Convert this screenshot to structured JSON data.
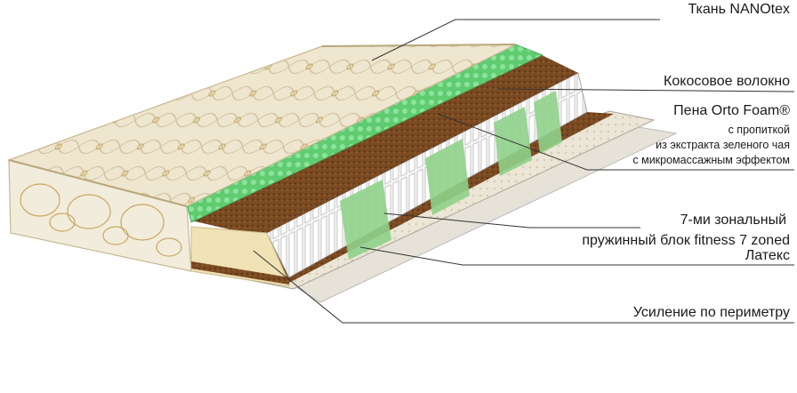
{
  "labels": {
    "nanotex": "Ткань NANOtex",
    "coconut": "Кокосовое волокно",
    "orto_title": "Пена Orto Foam®",
    "orto_line1": "с пропиткой",
    "orto_line2": "из экстракта зеленого чая",
    "orto_line3": "с микромассажным эффектом",
    "springs_line1": "7-ми зональный",
    "springs_line2": "пружинный блок fitness 7 zoned",
    "latex": "Латекс",
    "perimeter": "Усиление по периметру"
  },
  "colors": {
    "cover": "#efe6cf",
    "cover_pattern": "#c8a860",
    "green_foam": "#5fcc72",
    "coconut": "#7a4a22",
    "latex": "#ece6d6",
    "foam_block": "#efe2b4",
    "springs": "#f4f4f4",
    "spring_zone": "#8fd28a",
    "leader_line": "#333333"
  }
}
